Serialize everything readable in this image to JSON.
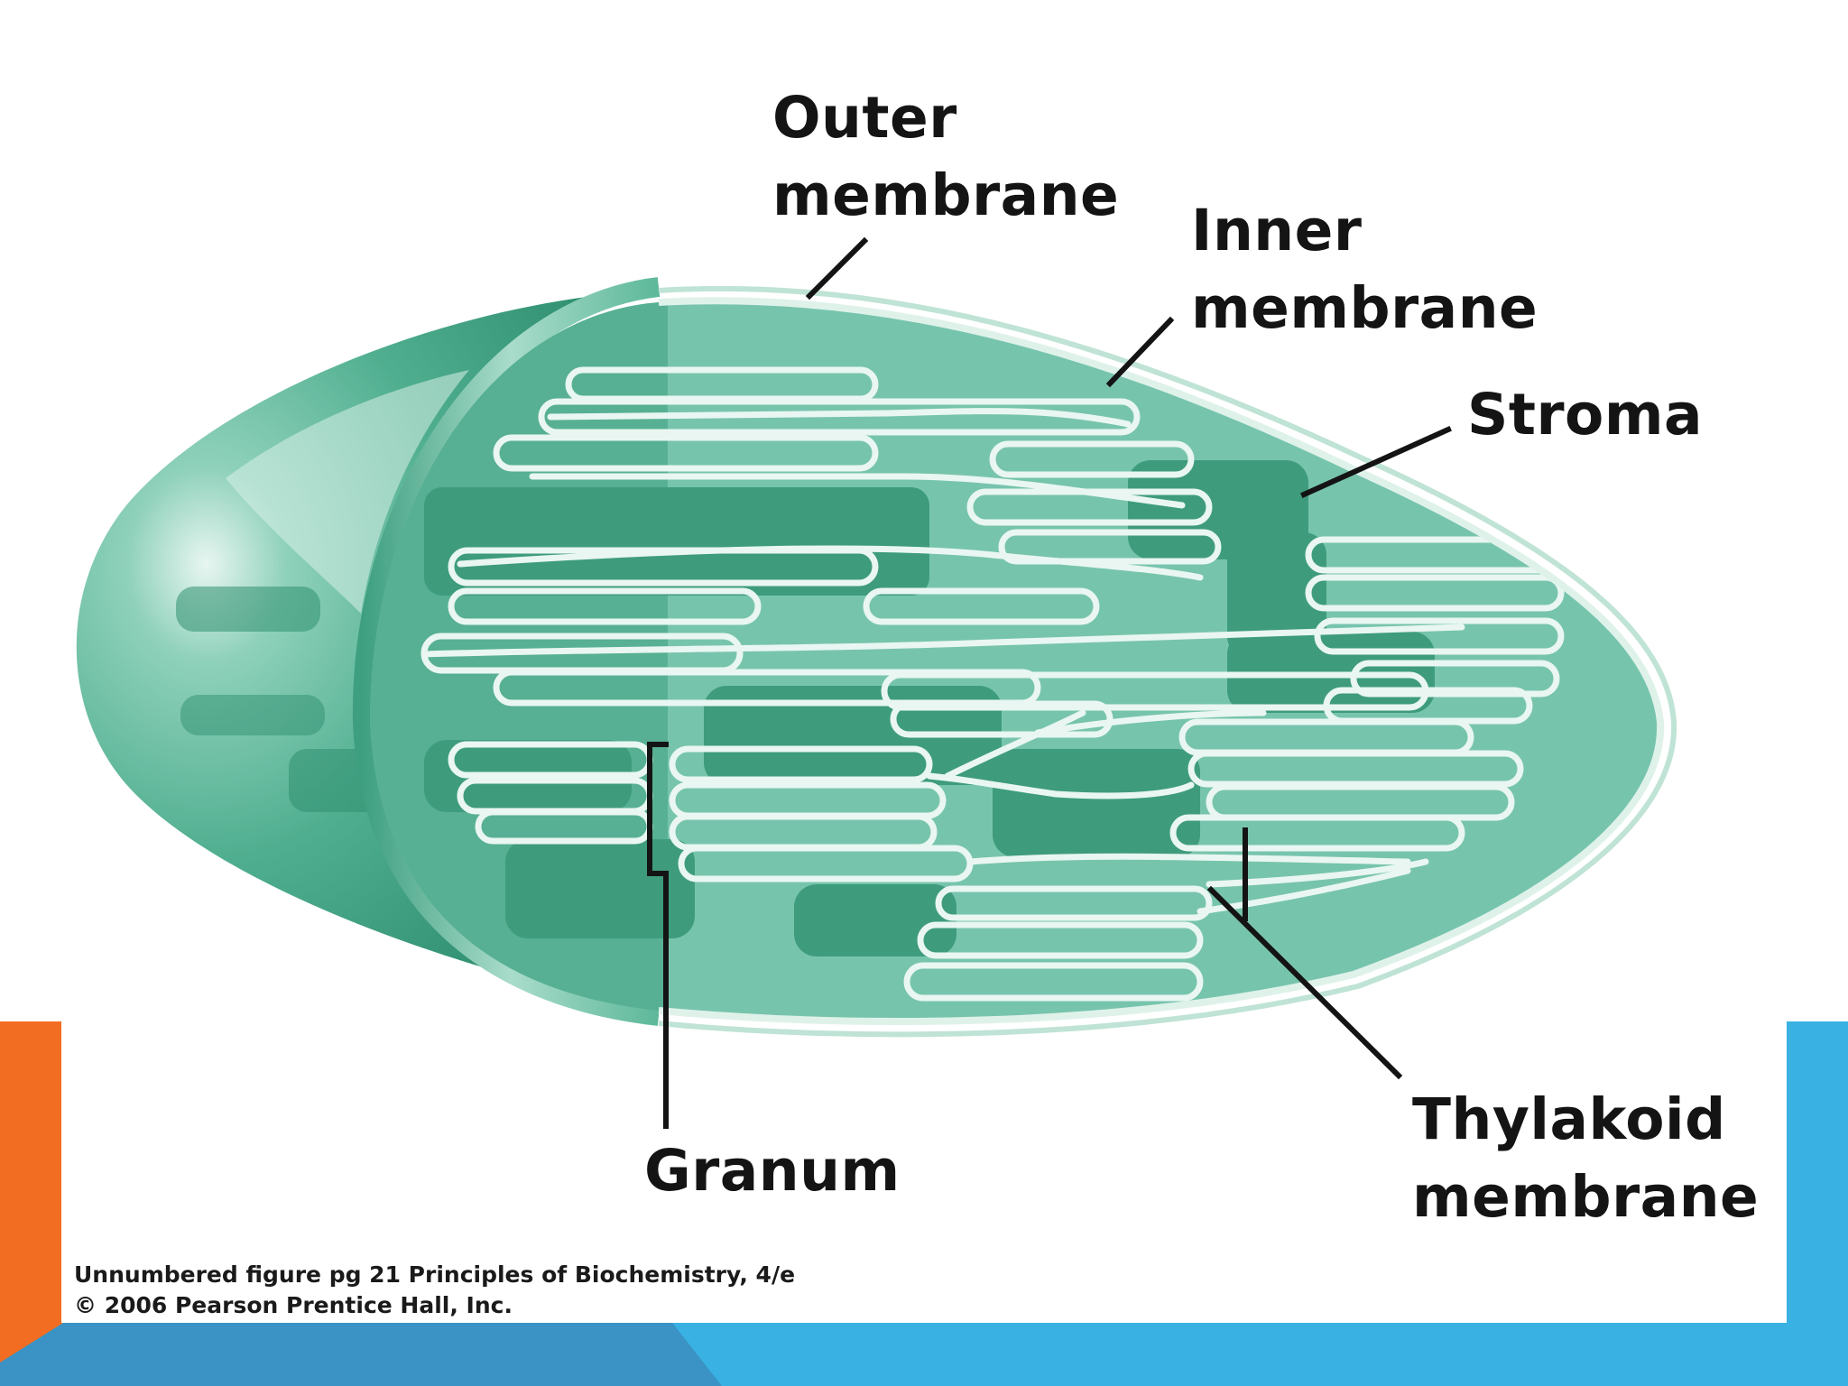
{
  "labels": {
    "outer_membrane": [
      "Outer",
      "membrane"
    ],
    "inner_membrane": [
      "Inner",
      "membrane"
    ],
    "stroma": "Stroma",
    "granum": "Granum",
    "thylakoid_membrane": [
      "Thylakoid",
      "membrane"
    ]
  },
  "caption": {
    "line1": "Unnumbered figure pg 21  Principles of Biochemistry, 4/e",
    "line2": "© 2006 Pearson Prentice Hall, Inc."
  },
  "colors": {
    "stroma_fill": "#77c4ad",
    "granum_fill": "#3e9c7d",
    "cut_face_fill": "#57b093",
    "outer_body": "#49ad8e",
    "thylakoid_stroke": "#e9f6f1",
    "accent_orange": "#f26d21",
    "accent_blue": "#39b1e2",
    "accent_dark_blue": "#3a93c4"
  }
}
